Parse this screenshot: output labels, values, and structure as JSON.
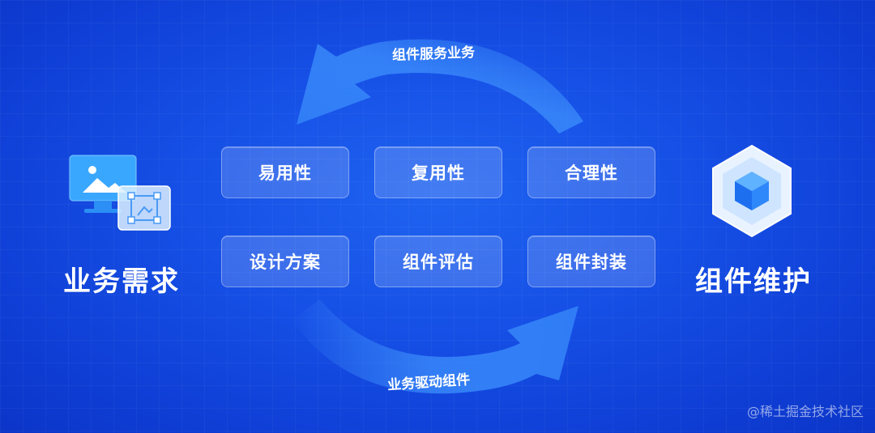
{
  "left": {
    "label": "业务需求",
    "icon": "monitor-image-icon"
  },
  "right": {
    "label": "组件维护",
    "icon": "cube-icon"
  },
  "arcs": {
    "top": "组件服务业务",
    "bottom": "业务驱动组件"
  },
  "boxes": [
    "易用性",
    "复用性",
    "合理性",
    "设计方案",
    "组件评估",
    "组件封装"
  ],
  "watermark": "@稀土掘金技术社区",
  "colors": {
    "background": "#1650e6",
    "arrow": "#3b8bff"
  }
}
